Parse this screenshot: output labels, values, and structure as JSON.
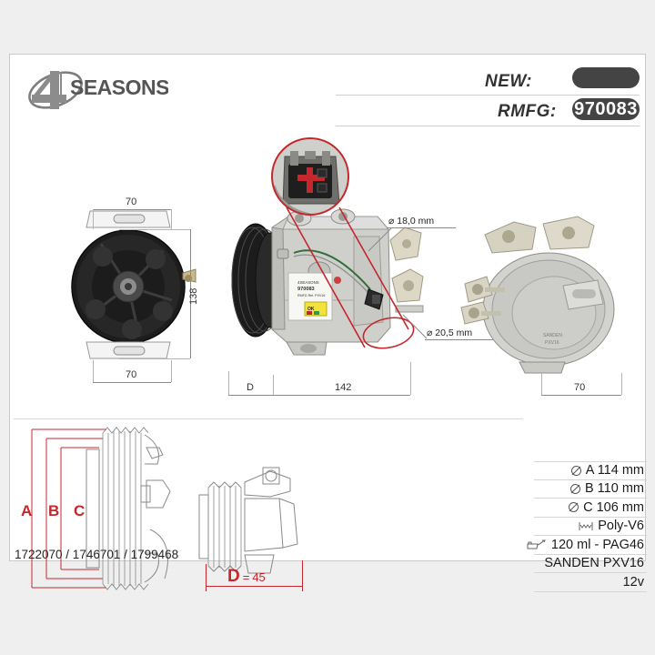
{
  "brand": {
    "logo_text": "SEASONS",
    "logo_number": "4",
    "logo_name": "four-seasons-logo"
  },
  "header": {
    "new_label": "NEW:",
    "new_value": "",
    "rmfg_label": "RMFG:",
    "rmfg_value": "970083"
  },
  "drawing": {
    "top_left_width": "70",
    "left_height": "138",
    "bottom_left_width": "70",
    "d_label": "D",
    "body_length": "142",
    "right_width": "70",
    "callout_shaft": "⌀ 18,0 mm",
    "callout_port": "⌀ 20,5 mm",
    "detail_circle_name": "connector-detail-circle"
  },
  "pulley_drawing": {
    "a_label": "A",
    "b_label": "B",
    "c_label": "C",
    "d_label": "D",
    "d_equals": "=",
    "d_value": "45"
  },
  "specs": [
    {
      "icon": "diameter-icon",
      "text": "A 114 mm"
    },
    {
      "icon": "diameter-icon",
      "text": "B 110 mm"
    },
    {
      "icon": "diameter-icon",
      "text": "C 106 mm"
    },
    {
      "icon": "belt-groove-icon",
      "text": "Poly-V6"
    },
    {
      "icon": "oil-can-icon",
      "text": "120 ml - PAG46"
    },
    {
      "icon": "",
      "text": "SANDEN PXV16"
    },
    {
      "icon": "",
      "text": "12v"
    }
  ],
  "footer": {
    "part_numbers": "1722070 / 1746701 / 1799468"
  },
  "colors": {
    "accent_red": "#c4282d",
    "pill_dark": "#444444",
    "page_bg": "#efefef",
    "card_bg": "#ffffff"
  }
}
